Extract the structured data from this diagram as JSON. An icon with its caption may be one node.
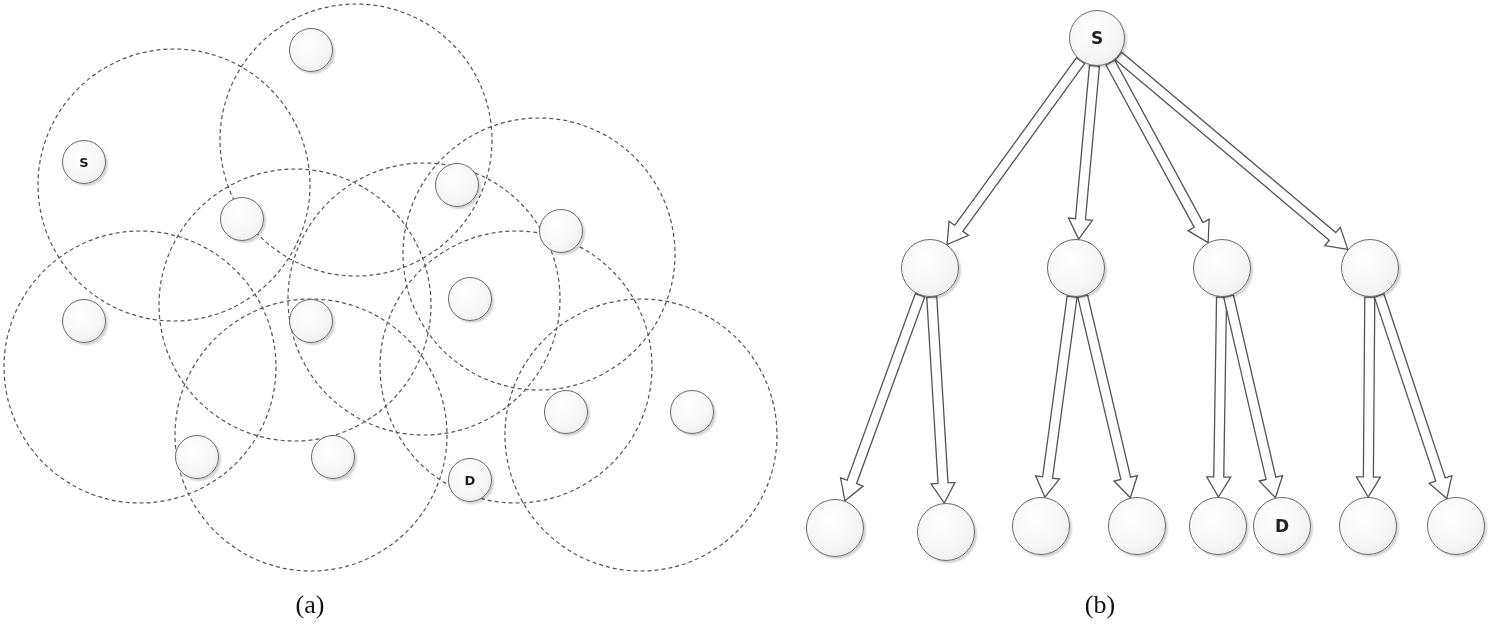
{
  "diagram": {
    "nodes": [
      {
        "text": [],
        "shape": "circle"
      },
      {
        "text": [
          "S"
        ]
      },
      {
        "text": [],
        "shape": "circle"
      },
      {
        "text": [],
        "shape": "circle"
      },
      {
        "text": [],
        "shape": "circle"
      },
      {
        "text": [],
        "shape": "circle"
      },
      {
        "text": [],
        "shape": "circle"
      },
      {
        "text": [],
        "shape": "circle"
      },
      {
        "text": [],
        "shape": "circle"
      },
      {
        "text": [],
        "shape": "circle"
      },
      {
        "text": [],
        "shape": "circle"
      },
      {
        "text": [],
        "shape": "circle"
      },
      {
        "text": [
          "D"
        ]
      },
      {
        "text": [
          "S"
        ]
      },
      {
        "text": [],
        "shape": "circle"
      },
      {
        "text": [],
        "shape": "circle"
      },
      {
        "text": [],
        "shape": "circle"
      },
      {
        "text": [],
        "shape": "circle"
      },
      {
        "text": [],
        "shape": "circle"
      },
      {
        "text": [],
        "shape": "circle"
      },
      {
        "text": [],
        "shape": "circle"
      },
      {
        "text": [],
        "shape": "circle"
      },
      {
        "text": [],
        "shape": "circle"
      },
      {
        "text": [
          "D"
        ]
      },
      {
        "text": [],
        "shape": "circle"
      },
      {
        "text": [],
        "shape": "circle"
      }
    ],
    "edges": [
      {
        "from": 13,
        "to": 14,
        "arrow": "to"
      },
      {
        "from": 13,
        "to": 15,
        "arrow": "to"
      },
      {
        "from": 13,
        "to": 16,
        "arrow": "to"
      },
      {
        "from": 13,
        "to": 17,
        "arrow": "to"
      },
      {
        "from": 14,
        "to": 18,
        "arrow": "to"
      },
      {
        "from": 14,
        "to": 19,
        "arrow": "to"
      },
      {
        "from": 15,
        "to": 20,
        "arrow": "to"
      },
      {
        "from": 15,
        "to": 21,
        "arrow": "to"
      },
      {
        "from": 16,
        "to": 22,
        "arrow": "to"
      },
      {
        "from": 16,
        "to": 23,
        "arrow": "to"
      },
      {
        "from": 17,
        "to": 24,
        "arrow": "to"
      },
      {
        "from": 17,
        "to": 25,
        "arrow": "to"
      }
    ],
    "labels": [
      "(a)",
      "(b)"
    ]
  }
}
